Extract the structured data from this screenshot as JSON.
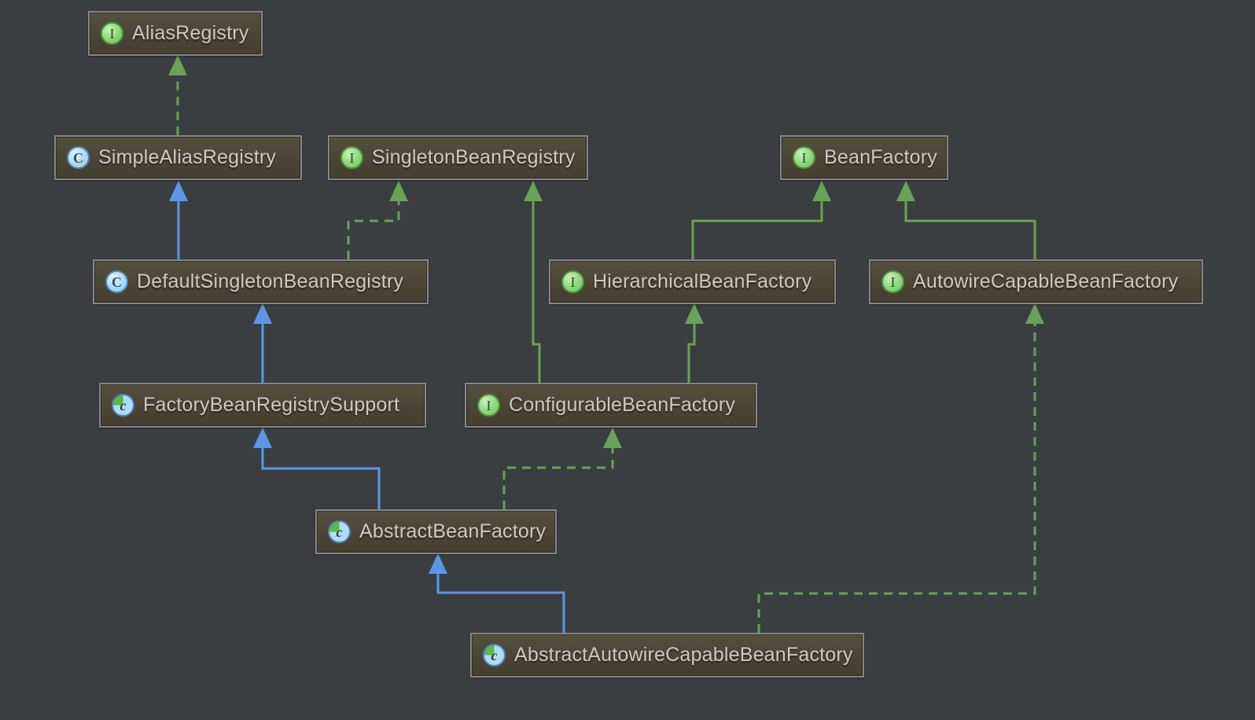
{
  "diagram": {
    "nodes": [
      {
        "label": "AliasRegistry",
        "kind": "interface",
        "icon_letter": "I"
      },
      {
        "label": "SimpleAliasRegistry",
        "kind": "class",
        "icon_letter": "C"
      },
      {
        "label": "SingletonBeanRegistry",
        "kind": "interface",
        "icon_letter": "I"
      },
      {
        "label": "BeanFactory",
        "kind": "interface",
        "icon_letter": "I"
      },
      {
        "label": "DefaultSingletonBeanRegistry",
        "kind": "class",
        "icon_letter": "C"
      },
      {
        "label": "HierarchicalBeanFactory",
        "kind": "interface",
        "icon_letter": "I"
      },
      {
        "label": "AutowireCapableBeanFactory",
        "kind": "interface",
        "icon_letter": "I"
      },
      {
        "label": "FactoryBeanRegistrySupport",
        "kind": "abstract-class",
        "icon_letter": "c"
      },
      {
        "label": "ConfigurableBeanFactory",
        "kind": "interface",
        "icon_letter": "I"
      },
      {
        "label": "AbstractBeanFactory",
        "kind": "abstract-class",
        "icon_letter": "c"
      },
      {
        "label": "AbstractAutowireCapableBeanFactory",
        "kind": "abstract-class",
        "icon_letter": "c"
      }
    ],
    "edges": [
      {
        "from": "SimpleAliasRegistry",
        "to": "AliasRegistry",
        "relation": "implements",
        "style": "green-dashed"
      },
      {
        "from": "DefaultSingletonBeanRegistry",
        "to": "SimpleAliasRegistry",
        "relation": "extends",
        "style": "blue-solid"
      },
      {
        "from": "DefaultSingletonBeanRegistry",
        "to": "SingletonBeanRegistry",
        "relation": "implements",
        "style": "green-dashed"
      },
      {
        "from": "ConfigurableBeanFactory",
        "to": "SingletonBeanRegistry",
        "relation": "extends",
        "style": "green-solid"
      },
      {
        "from": "ConfigurableBeanFactory",
        "to": "HierarchicalBeanFactory",
        "relation": "extends",
        "style": "green-solid"
      },
      {
        "from": "HierarchicalBeanFactory",
        "to": "BeanFactory",
        "relation": "extends",
        "style": "green-solid"
      },
      {
        "from": "AutowireCapableBeanFactory",
        "to": "BeanFactory",
        "relation": "extends",
        "style": "green-solid"
      },
      {
        "from": "FactoryBeanRegistrySupport",
        "to": "DefaultSingletonBeanRegistry",
        "relation": "extends",
        "style": "blue-solid"
      },
      {
        "from": "AbstractBeanFactory",
        "to": "FactoryBeanRegistrySupport",
        "relation": "extends",
        "style": "blue-solid"
      },
      {
        "from": "AbstractBeanFactory",
        "to": "ConfigurableBeanFactory",
        "relation": "implements",
        "style": "green-dashed"
      },
      {
        "from": "AbstractAutowireCapableBeanFactory",
        "to": "AbstractBeanFactory",
        "relation": "extends",
        "style": "blue-solid"
      },
      {
        "from": "AbstractAutowireCapableBeanFactory",
        "to": "AutowireCapableBeanFactory",
        "relation": "implements",
        "style": "green-dashed"
      }
    ],
    "colors": {
      "background": "#3a3e41",
      "node_fill": "#4b4535",
      "node_border": "#85858a",
      "node_text": "#cdcac2",
      "extends_class_arrow": "#5c96e8",
      "interface_arrow": "#69a258",
      "interface_icon": "#8ad677",
      "class_icon": "#abd9f2"
    }
  }
}
